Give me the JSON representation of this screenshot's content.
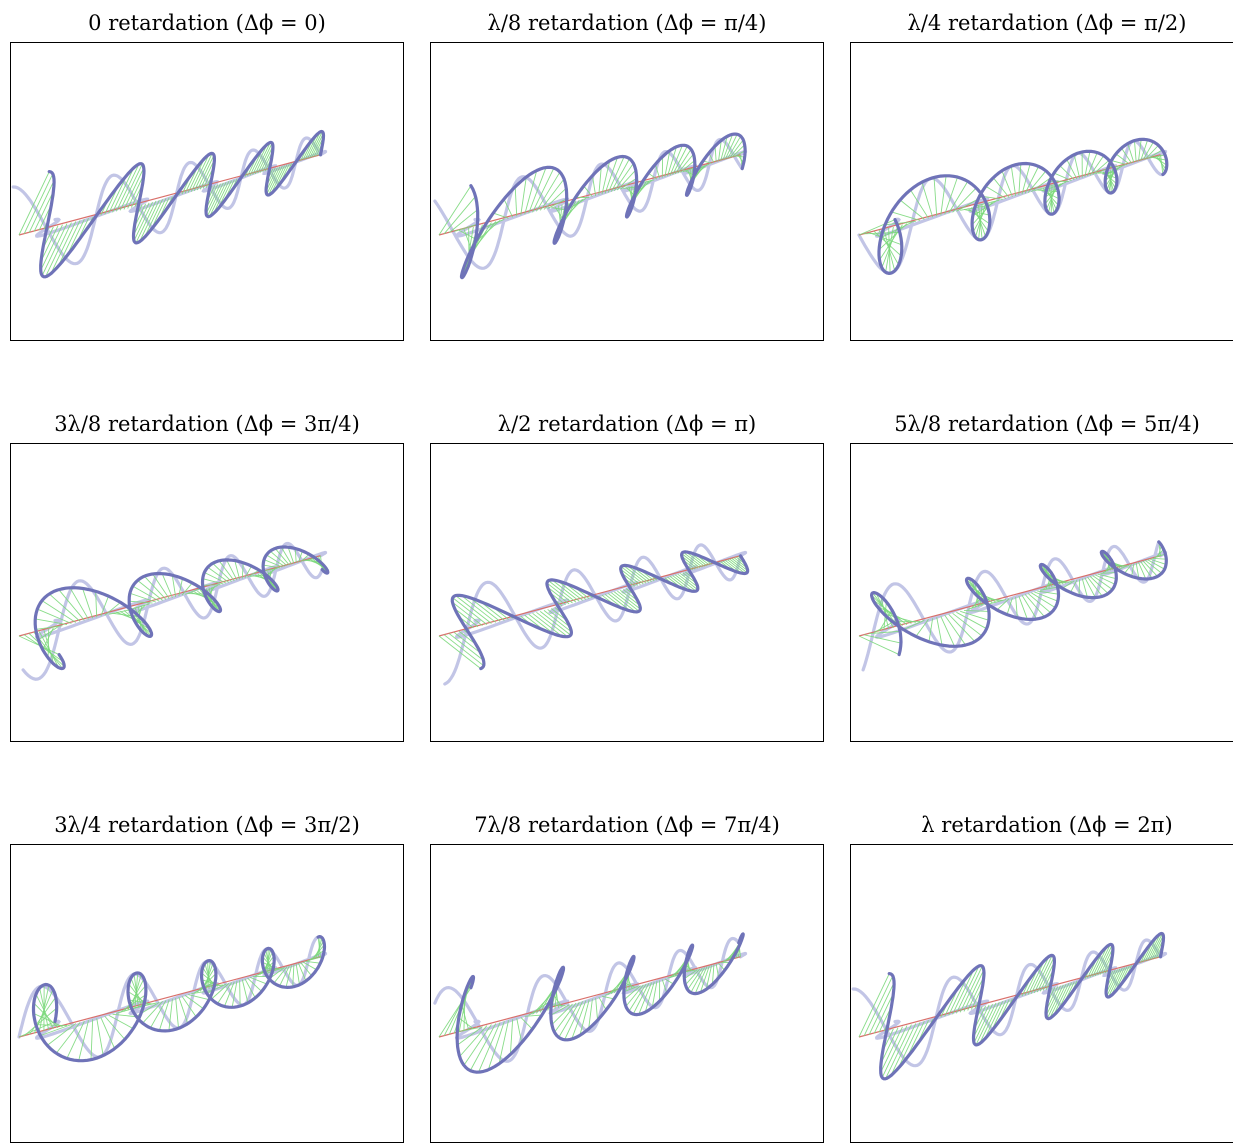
{
  "figure": {
    "panels": [
      {
        "title": "0 retardation (Δϕ = 0)",
        "retardation_waves": 0,
        "phase_shift_rad_over_pi": 0
      },
      {
        "title": "λ/8 retardation (Δϕ = π/4)",
        "retardation_waves": 0.125,
        "phase_shift_rad_over_pi": 0.25
      },
      {
        "title": "λ/4 retardation (Δϕ = π/2)",
        "retardation_waves": 0.25,
        "phase_shift_rad_over_pi": 0.5
      },
      {
        "title": "3λ/8 retardation (Δϕ = 3π/4)",
        "retardation_waves": 0.375,
        "phase_shift_rad_over_pi": 0.75
      },
      {
        "title": "λ/2 retardation (Δϕ = π)",
        "retardation_waves": 0.5,
        "phase_shift_rad_over_pi": 1
      },
      {
        "title": "5λ/8 retardation (Δϕ = 5π/4)",
        "retardation_waves": 0.625,
        "phase_shift_rad_over_pi": 1.25
      },
      {
        "title": "3λ/4 retardation (Δϕ = 3π/2)",
        "retardation_waves": 0.75,
        "phase_shift_rad_over_pi": 1.5
      },
      {
        "title": "7λ/8 retardation (Δϕ = 7π/4)",
        "retardation_waves": 0.875,
        "phase_shift_rad_over_pi": 1.75
      },
      {
        "title": "λ retardation (Δϕ = 2π)",
        "retardation_waves": 1,
        "phase_shift_rad_over_pi": 2
      }
    ],
    "colors": {
      "propagation_axis": "#d9706b",
      "field_vectors": "#7bd87b",
      "resultant_curve": "#6f73b8",
      "component_curves": "#c2c5e6"
    }
  }
}
